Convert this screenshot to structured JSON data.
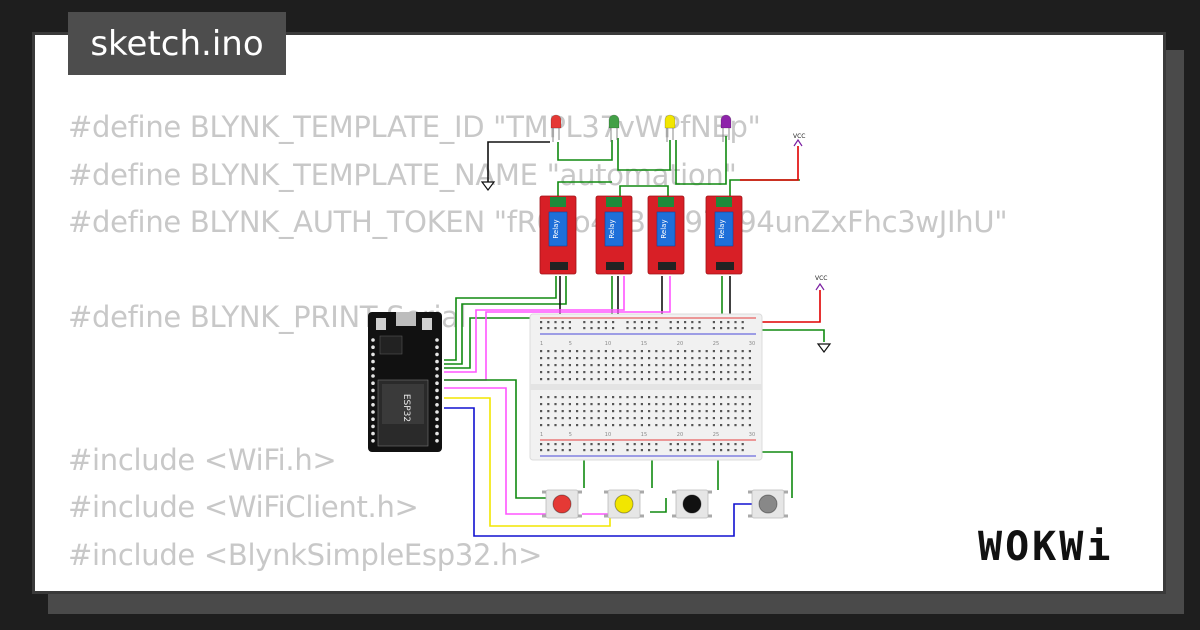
{
  "file_tab": {
    "label": "sketch.ino"
  },
  "code_lines": [
    "#define BLYNK_TEMPLATE_ID \"TMPL37vWPfNEp\"",
    "#define BLYNK_TEMPLATE_NAME \"automation\"",
    "#define BLYNK_AUTH_TOKEN \"fR09o4oBmt97T94unZxFhc3wJIhU\"",
    "",
    "#define BLYNK_PRINT Serial",
    "",
    "",
    "#include <WiFi.h>",
    "#include <WiFiClient.h>",
    "#include <BlynkSimpleEsp32.h>"
  ],
  "circuit": {
    "board_label": "ESP32",
    "relay_label": "Relay",
    "vcc_label": "VCC",
    "breadboard_numbers": [
      "1",
      "5",
      "10",
      "15",
      "20",
      "25",
      "30"
    ],
    "led_colors": [
      "#e53935",
      "#43a047",
      "#f2e600",
      "#8e24aa"
    ],
    "button_colors": [
      "#e53935",
      "#f2e600",
      "#111111",
      "#888888"
    ],
    "wire_colors": {
      "power": "#e00000",
      "ground": "#111111",
      "signal_green": "#108a10",
      "signal_pink": "#ff55ff",
      "signal_yellow": "#f2e600",
      "signal_blue": "#1010d0"
    }
  },
  "logo": {
    "text": "WOKWi"
  }
}
